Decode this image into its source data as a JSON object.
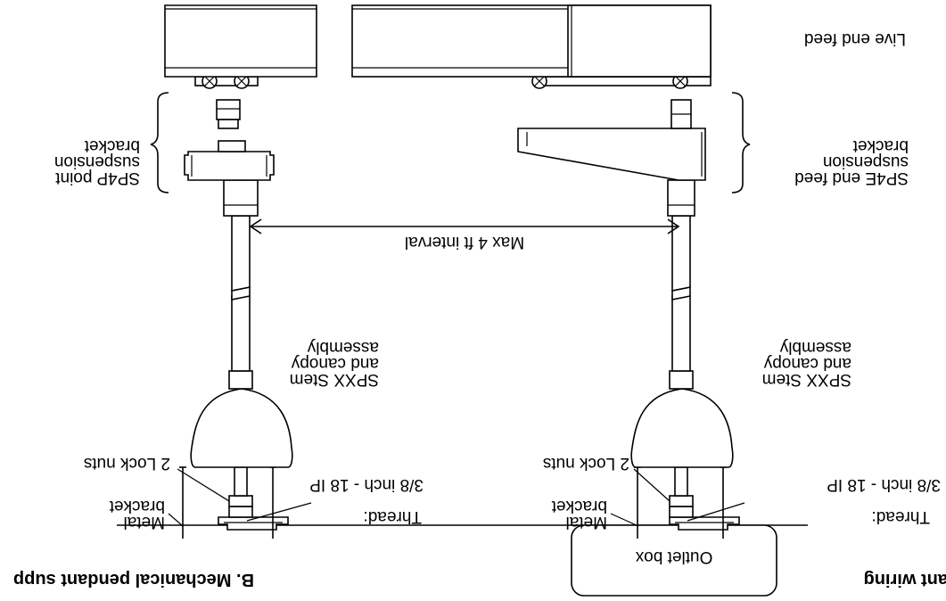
{
  "figure": {
    "title_b": "B. Mechanical pendant supp",
    "title_a_fragment": "ant wiring",
    "labels": {
      "live_end_feed": "Live end feed",
      "sp4e_line1": "SP4E end feed",
      "sp4e_line2": "suspension",
      "sp4e_line3": "bracket",
      "sp4p_line1": "SP4P point",
      "sp4p_line2": "suspension",
      "sp4p_line3": "bracket",
      "max_interval": "Max 4 ft interval",
      "stem_line1": "SPXX Stem",
      "stem_line2": "and canopy",
      "stem_line3": "assembly",
      "lock_nuts": "2 Lock nuts",
      "thread_label": "Thread:",
      "thread_value": "3/8 inch - 18 IP",
      "metal_line1": "Metal",
      "metal_line2": "bracket",
      "outlet_box": "Outlet box"
    }
  }
}
